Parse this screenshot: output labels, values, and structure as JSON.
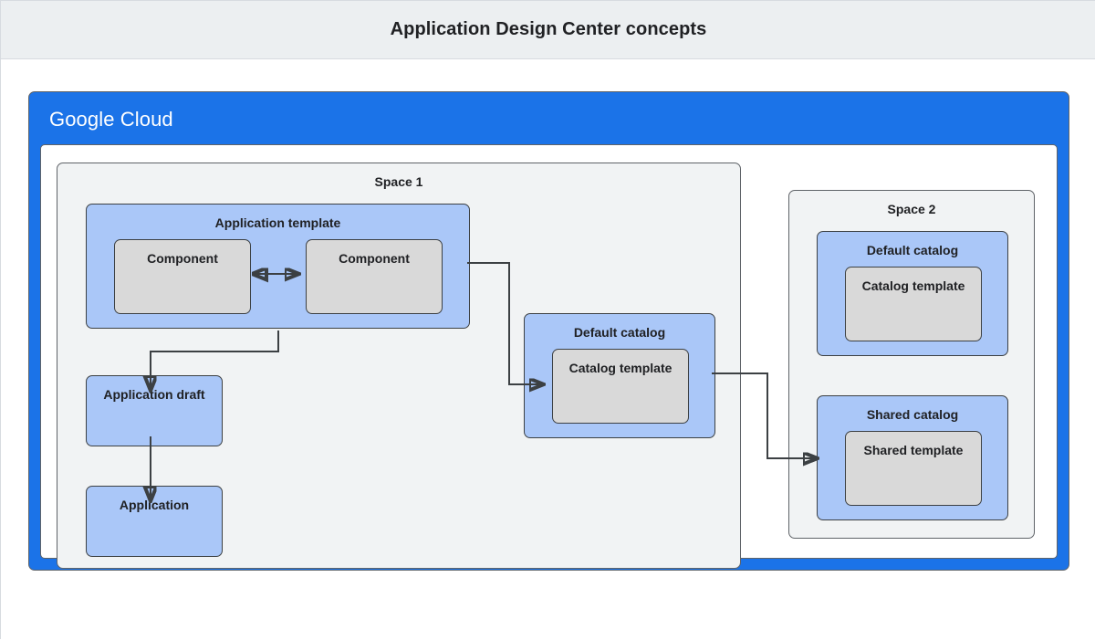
{
  "page": {
    "title": "Application Design Center concepts"
  },
  "platform": {
    "logo_bold": "Google",
    "logo_light": "Cloud"
  },
  "colors": {
    "header_bg": "#eceff1",
    "cloud_blue": "#1b73e8",
    "box_blue": "#aac7f8",
    "box_gray": "#d9d9d9",
    "space_bg": "#f1f3f4",
    "stroke": "#3c4043",
    "text": "#202124"
  },
  "space1": {
    "label": "Space 1",
    "application_template": {
      "label": "Application template",
      "components": [
        {
          "label": "Component"
        },
        {
          "label": "Component"
        }
      ]
    },
    "application_draft": {
      "label": "Application draft"
    },
    "application": {
      "label": "Application"
    },
    "default_catalog": {
      "label": "Default catalog",
      "template": {
        "label": "Catalog template"
      }
    }
  },
  "space2": {
    "label": "Space 2",
    "default_catalog": {
      "label": "Default catalog",
      "template": {
        "label": "Catalog template"
      }
    },
    "shared_catalog": {
      "label": "Shared catalog",
      "template": {
        "label": "Shared template"
      }
    }
  },
  "connectors": [
    {
      "name": "component-to-component",
      "style": "double-arrow"
    },
    {
      "name": "application-template-to-application-draft",
      "style": "arrow"
    },
    {
      "name": "application-draft-to-application",
      "style": "arrow"
    },
    {
      "name": "application-template-to-default-catalog",
      "style": "arrow"
    },
    {
      "name": "default-catalog-to-shared-catalog",
      "style": "arrow"
    }
  ]
}
